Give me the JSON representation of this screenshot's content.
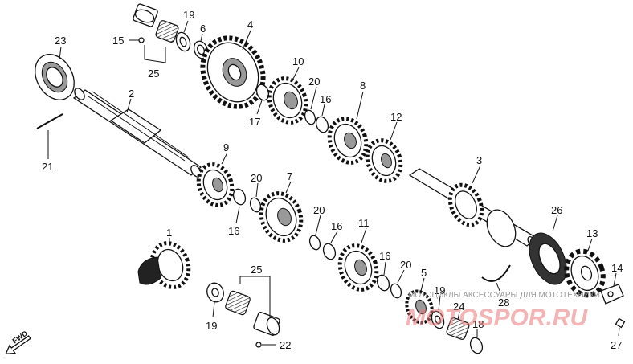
{
  "diagram": {
    "labels": [
      {
        "id": "l23",
        "text": "23"
      },
      {
        "id": "l15",
        "text": "15"
      },
      {
        "id": "l25a",
        "text": "25"
      },
      {
        "id": "l19a",
        "text": "19"
      },
      {
        "id": "l6",
        "text": "6"
      },
      {
        "id": "l4",
        "text": "4"
      },
      {
        "id": "l10",
        "text": "10"
      },
      {
        "id": "l20a",
        "text": "20"
      },
      {
        "id": "l17",
        "text": "17"
      },
      {
        "id": "l16a",
        "text": "16"
      },
      {
        "id": "l8",
        "text": "8"
      },
      {
        "id": "l12",
        "text": "12"
      },
      {
        "id": "l2",
        "text": "2"
      },
      {
        "id": "l21",
        "text": "21"
      },
      {
        "id": "l9",
        "text": "9"
      },
      {
        "id": "l20b",
        "text": "20"
      },
      {
        "id": "l7",
        "text": "7"
      },
      {
        "id": "l16b",
        "text": "16"
      },
      {
        "id": "l3",
        "text": "3"
      },
      {
        "id": "l20c",
        "text": "20"
      },
      {
        "id": "l16c",
        "text": "16"
      },
      {
        "id": "l11",
        "text": "11"
      },
      {
        "id": "l26",
        "text": "26"
      },
      {
        "id": "l13",
        "text": "13"
      },
      {
        "id": "l1",
        "text": "1"
      },
      {
        "id": "l25b",
        "text": "25"
      },
      {
        "id": "l16d",
        "text": "16"
      },
      {
        "id": "l20d",
        "text": "20"
      },
      {
        "id": "l5",
        "text": "5"
      },
      {
        "id": "l19b",
        "text": "19"
      },
      {
        "id": "l24",
        "text": "24"
      },
      {
        "id": "l14",
        "text": "14"
      },
      {
        "id": "l28",
        "text": "28"
      },
      {
        "id": "l19c",
        "text": "19"
      },
      {
        "id": "l18",
        "text": "18"
      },
      {
        "id": "l22",
        "text": "22"
      },
      {
        "id": "l27",
        "text": "27"
      }
    ],
    "fwd_label": "FWD",
    "watermark": {
      "line1": "МОТОЦИКЛЫ АКСЕССУАРЫ ДЛЯ МОТОТЕХНИКИ",
      "line2": "MOTOSPOR.RU"
    }
  }
}
